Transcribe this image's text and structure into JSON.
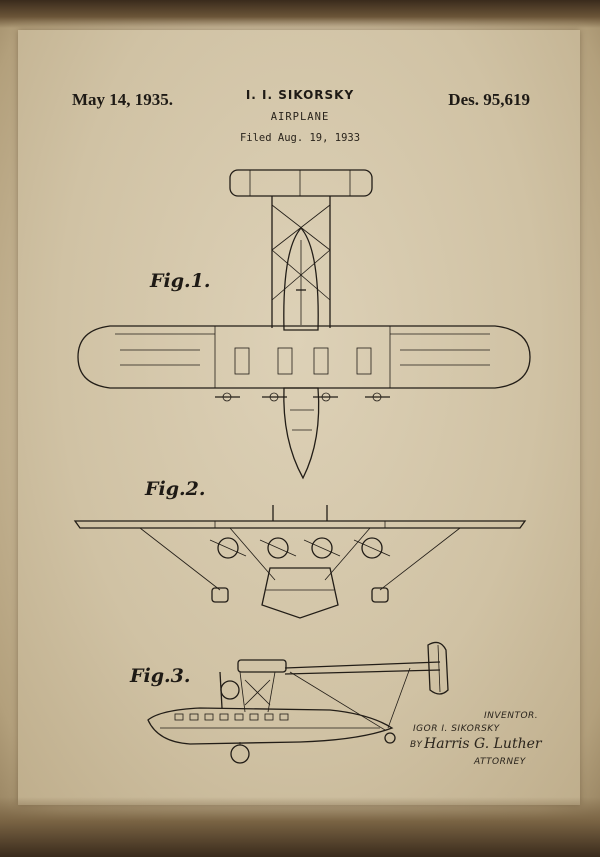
{
  "header": {
    "date": "May 14, 1935.",
    "inventor_name": "I. I. SIKORSKY",
    "patent_number": "Des. 95,619"
  },
  "title": "AIRPLANE",
  "filed": "Filed Aug. 19, 1933",
  "figures": {
    "fig1": "Fig.1.",
    "fig2": "Fig.2.",
    "fig3": "Fig.3."
  },
  "signature_block": {
    "inventor_label": "INVENTOR.",
    "inventor": "IGOR I. SIKORSKY",
    "by": "BY",
    "attorney_signature": "Harris G. Luther",
    "attorney_label": "ATTORNEY"
  }
}
